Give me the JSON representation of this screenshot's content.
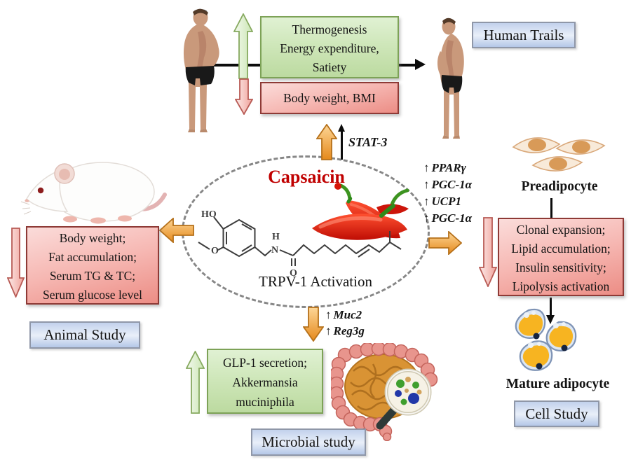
{
  "icons": {
    "up_arrow": "↑"
  },
  "center": {
    "title": "Capsaicin",
    "subtitle": "TRPV-1 Activation",
    "structure_labels": {
      "ho": "HO",
      "o_methoxy": "O",
      "h": "H",
      "n": "N",
      "o_carbonyl": "O"
    }
  },
  "human": {
    "increase_box": [
      "Thermogenesis",
      "Energy expenditure,",
      "Satiety"
    ],
    "decrease_box": "Body weight, BMI",
    "mediator": "STAT-3",
    "study_label": "Human Trails"
  },
  "cell": {
    "genes": [
      "PPARγ",
      "PGC-1α",
      "UCP1",
      "PGC-1α"
    ],
    "preadipocyte_label": "Preadipocyte",
    "decrease_box": [
      "Clonal expansion;",
      "Lipid accumulation;",
      "Insulin sensitivity;",
      "Lipolysis activation"
    ],
    "mature_label": "Mature adipocyte",
    "study_label": "Cell Study"
  },
  "animal": {
    "decrease_box": [
      "Body weight;",
      "Fat accumulation;",
      "Serum TG & TC;",
      "Serum glucose level"
    ],
    "study_label": "Animal Study"
  },
  "microbial": {
    "genes": [
      "Muc2",
      "Reg3g"
    ],
    "increase_box": [
      "GLP-1 secretion;",
      "Akkermansia",
      "muciniphila"
    ],
    "study_label": "Microbial study"
  },
  "colors": {
    "accent_red": "#c00000",
    "green_border": "#7da257",
    "pink_border": "#8e3a36",
    "blue_label_border": "#8f97a8",
    "orange_arrow": "#e78c1c"
  }
}
